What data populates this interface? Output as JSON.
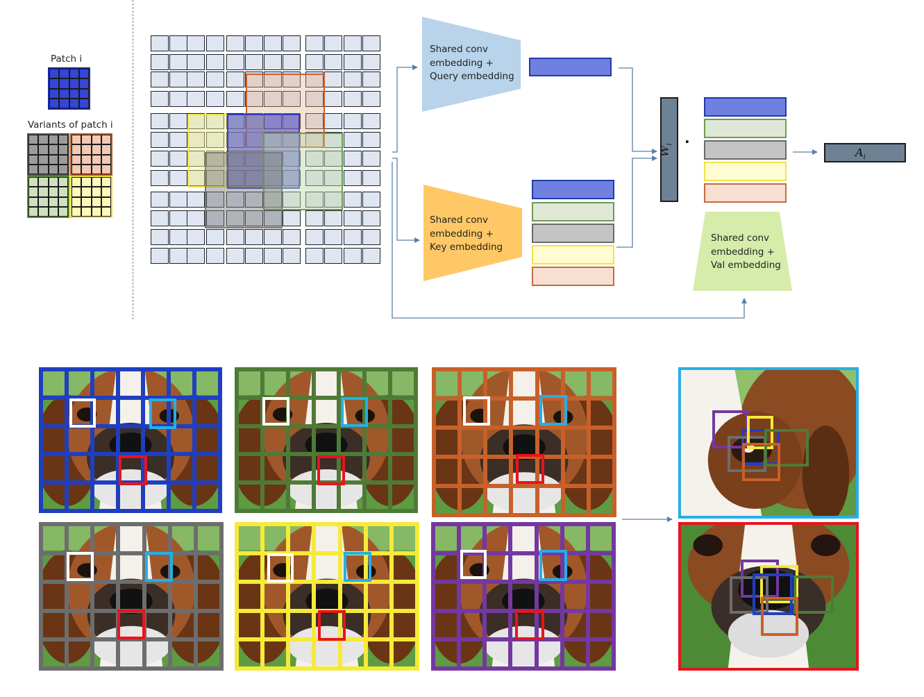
{
  "left_panel": {
    "patch_label": "Patch i",
    "variants_label": "Variants of patch i"
  },
  "query_branch": {
    "text": "Shared conv\nembedding +\nQuery embedding"
  },
  "key_branch": {
    "text": "Shared conv\nembedding +\nKey embedding"
  },
  "value_branch": {
    "text": "Shared conv\nembedding +\nVal embedding"
  },
  "weight_label": "W",
  "weight_subscript": "i",
  "dot_label": "·",
  "output_label": "A",
  "output_subscript": "i",
  "colors": {
    "blue": "#1f3fbf",
    "green": "#4f7a36",
    "orange": "#c8602a",
    "gray": "#6d6d6d",
    "yellow": "#f5ea3a",
    "purple": "#7438a0",
    "red": "#e8141c",
    "cyan": "#27aee6",
    "white": "#ffffff",
    "query_fill": "#b8d3ea",
    "key_fill": "#fec867",
    "val_fill": "#d6ecaa",
    "weight_fill": "#6e8296"
  }
}
